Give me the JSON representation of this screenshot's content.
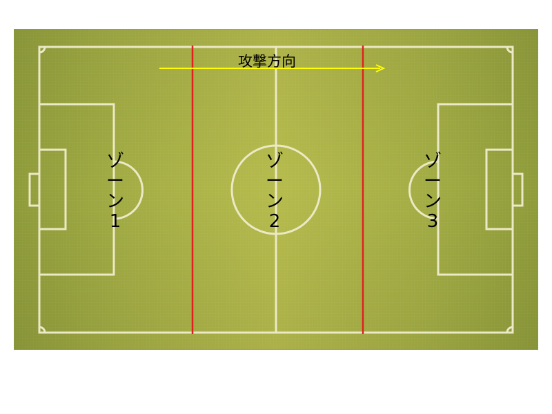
{
  "attack_direction": "攻撃方向",
  "zones": [
    {
      "chars": [
        "ゾ",
        "ー",
        "ン",
        "1"
      ]
    },
    {
      "chars": [
        "ゾ",
        "ー",
        "ン",
        "2"
      ]
    },
    {
      "chars": [
        "ゾ",
        "ー",
        "ン",
        "3"
      ]
    }
  ],
  "colors": {
    "grass_light": "#b2b849",
    "grass_dark": "#8a9a3a",
    "pitch_lines": "#ece9c6",
    "zone_divider": "#e02020",
    "arrow": "#ffff00",
    "text": "#000000"
  }
}
